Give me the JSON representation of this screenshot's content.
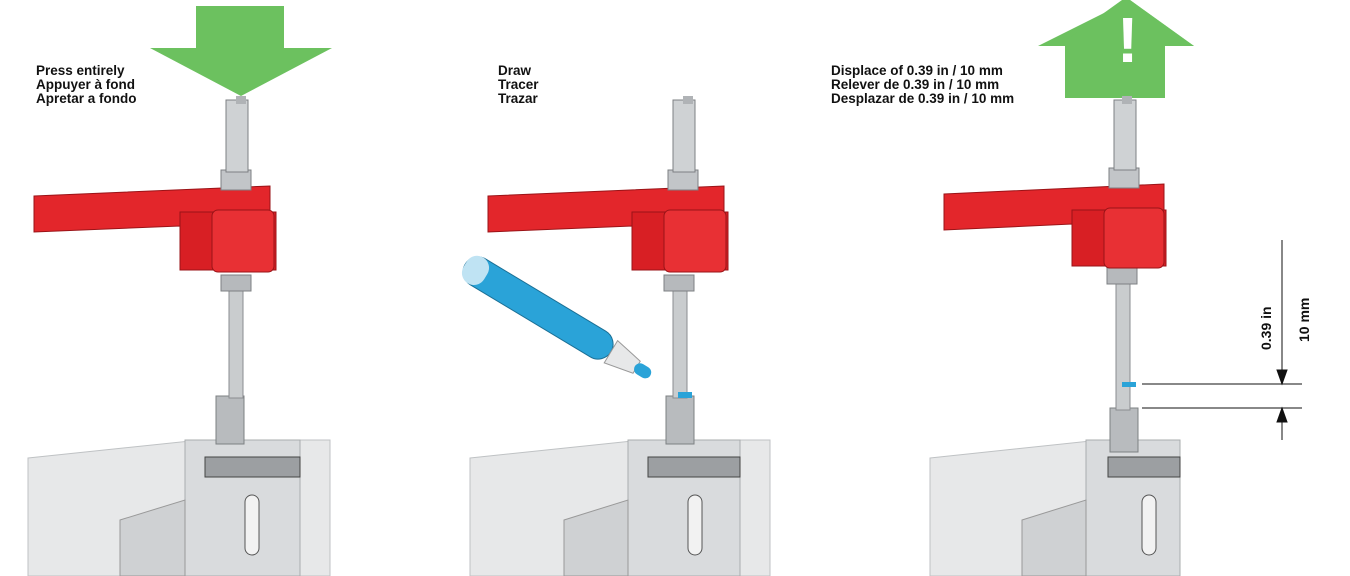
{
  "steps": [
    {
      "caption": [
        "Press entirely",
        "Appuyer à fond",
        "Apretar a fondo"
      ],
      "arrow": "down-arrow-icon"
    },
    {
      "caption": [
        "Draw",
        "Tracer",
        "Trazar"
      ],
      "tool": "marker-pen"
    },
    {
      "caption": [
        "Displace of 0.39 in / 10 mm",
        "Relever de 0.39 in / 10 mm",
        "Desplazar de 0.39 in / 10 mm"
      ],
      "arrow": "up-arrow-warning-icon",
      "arrow_symbol": "!",
      "dimension": {
        "inch_label": "0.39 in",
        "mm_label": "10 mm"
      }
    }
  ],
  "colors": {
    "arrow_green": "#6cc15f",
    "handle_red": "#e3262b",
    "marker_blue": "#2aa3d8",
    "metal_grey": "#c9ccce"
  }
}
